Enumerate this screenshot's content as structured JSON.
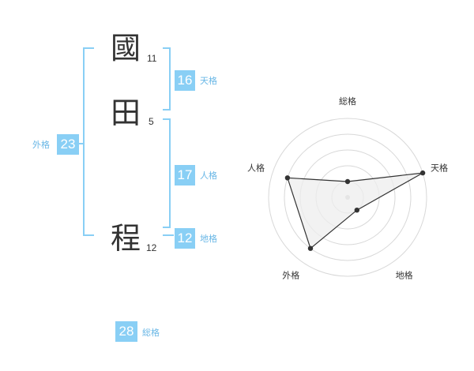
{
  "name": {
    "chars": [
      {
        "char": "國",
        "strokes": "11"
      },
      {
        "char": "田",
        "strokes": "5"
      },
      {
        "char": "程",
        "strokes": "12"
      }
    ]
  },
  "fortune": {
    "tenkaku": {
      "value": "16",
      "label": "天格"
    },
    "jinkaku": {
      "value": "17",
      "label": "人格"
    },
    "chikaku": {
      "value": "12",
      "label": "地格"
    },
    "gaikaku": {
      "value": "23",
      "label": "外格"
    },
    "soukaku": {
      "value": "28",
      "label": "総格"
    }
  },
  "colors": {
    "accent": "#89cff5",
    "accent_text": "#69b7e6",
    "text": "#333333",
    "radar_fill": "#eeeeee",
    "radar_grid": "#d8d8d8"
  },
  "chart_data": {
    "type": "radar",
    "axes": [
      "総格",
      "天格",
      "地格",
      "外格",
      "人格"
    ],
    "levels": 5,
    "range": [
      0,
      5
    ],
    "values": [
      1,
      5,
      1,
      4,
      4
    ]
  }
}
